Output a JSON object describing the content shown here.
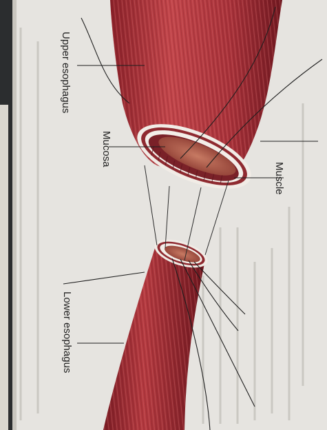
{
  "labels": {
    "upper": "Upper esophagus",
    "mucosa": "Mucosa",
    "muscle": "Muscle",
    "lower": "Lower esophagus"
  },
  "heading_fragment": "",
  "colors": {
    "frame_dark": "#2b2d2f",
    "page_paper": "#e6e4e0",
    "muscle_light": "#b83a3f",
    "muscle_dark": "#7a1c24",
    "mucosa": "#b5614f",
    "heading_yellow": "#f2d21a"
  }
}
